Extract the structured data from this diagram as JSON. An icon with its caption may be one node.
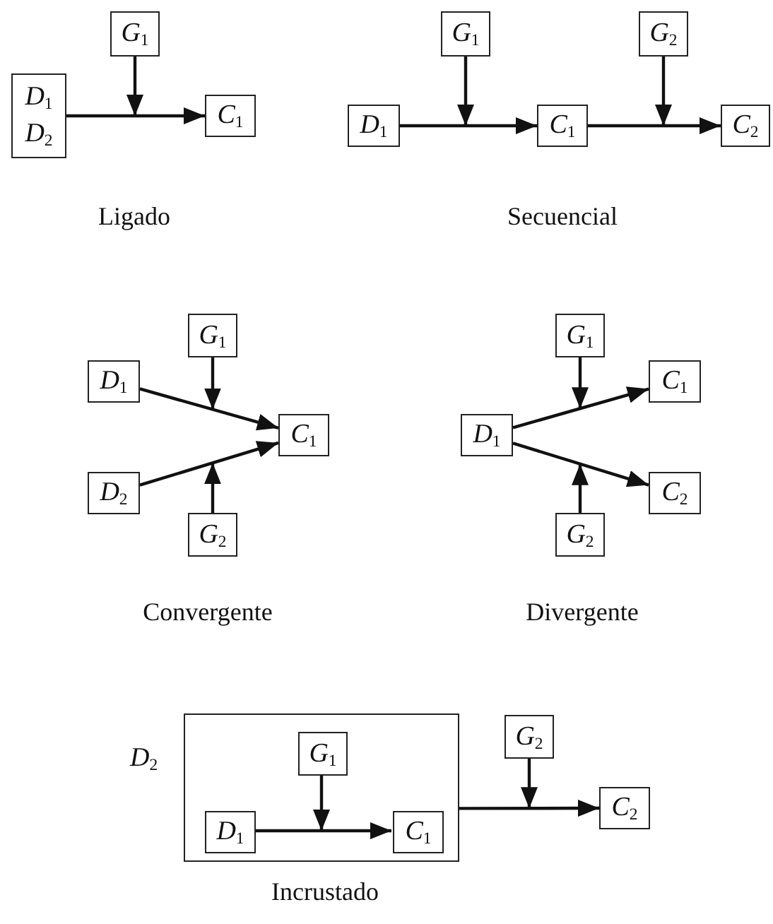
{
  "diagram": {
    "nodes": [
      {
        "text": [
          "*D*$_{1}$",
          "*D*$_{2}$"
        ]
      },
      {
        "text": [
          "*G*$_{1}$"
        ]
      },
      {
        "text": [
          "*C*$_{1}$"
        ]
      },
      {
        "text": [
          "*G*$_{1}$"
        ]
      },
      {
        "text": [
          "*D*$_{1}$"
        ]
      },
      {
        "text": [
          "*C*$_{1}$"
        ]
      },
      {
        "text": [
          "*G*$_{2}$"
        ]
      },
      {
        "text": [
          "*C*$_{2}$"
        ]
      },
      {
        "text": [
          "*G*$_{1}$"
        ]
      },
      {
        "text": [
          "*D*$_{1}$"
        ]
      },
      {
        "text": [
          "*C*$_{1}$"
        ]
      },
      {
        "text": [
          "*D*$_{2}$"
        ]
      },
      {
        "text": [
          "*G*$_{2}$"
        ]
      },
      {
        "text": [
          "*G*$_{1}$"
        ]
      },
      {
        "text": [
          "*C*$_{1}$"
        ]
      },
      {
        "text": [
          "*D*$_{1}$"
        ]
      },
      {
        "text": [
          "*C*$_{2}$"
        ]
      },
      {
        "text": [
          "*G*$_{2}$"
        ]
      },
      {
        "text": [],
        "shape": "box",
        "beside": [
          "*D*$_{2}$"
        ]
      },
      {
        "text": [
          "*G*$_{1}$"
        ],
        "in": 18
      },
      {
        "text": [
          "*D*$_{1}$"
        ],
        "in": 18
      },
      {
        "text": [
          "*C*$_{1}$"
        ],
        "in": 18
      },
      {
        "text": [
          "*G*$_{2}$"
        ]
      },
      {
        "text": [
          "*C*$_{2}$"
        ]
      }
    ],
    "edges": [
      {
        "from": 0,
        "to": 2,
        "arrow": "to"
      },
      {
        "from": 1,
        "to": null,
        "arrow": "to"
      },
      {
        "from": 4,
        "to": 5,
        "arrow": "to"
      },
      {
        "from": 3,
        "to": null,
        "arrow": "to"
      },
      {
        "from": 5,
        "to": 7,
        "arrow": "to"
      },
      {
        "from": 6,
        "to": null,
        "arrow": "to"
      },
      {
        "from": 9,
        "to": 10,
        "arrow": "to"
      },
      {
        "from": 8,
        "to": null,
        "arrow": "to"
      },
      {
        "from": 11,
        "to": 10,
        "arrow": "to"
      },
      {
        "from": 12,
        "to": null,
        "arrow": "to"
      },
      {
        "from": 15,
        "to": 14,
        "arrow": "to"
      },
      {
        "from": 13,
        "to": null,
        "arrow": "to"
      },
      {
        "from": 15,
        "to": 16,
        "arrow": "to"
      },
      {
        "from": 17,
        "to": null,
        "arrow": "to"
      },
      {
        "from": 20,
        "to": 21,
        "arrow": "to"
      },
      {
        "from": 19,
        "to": null,
        "arrow": "to"
      },
      {
        "from": 18,
        "to": 23,
        "arrow": "to"
      },
      {
        "from": 22,
        "to": null,
        "arrow": "to"
      }
    ],
    "labels": [
      "Ligado",
      "Secuencial",
      "Convergente",
      "Divergente",
      "Incrustado"
    ]
  }
}
